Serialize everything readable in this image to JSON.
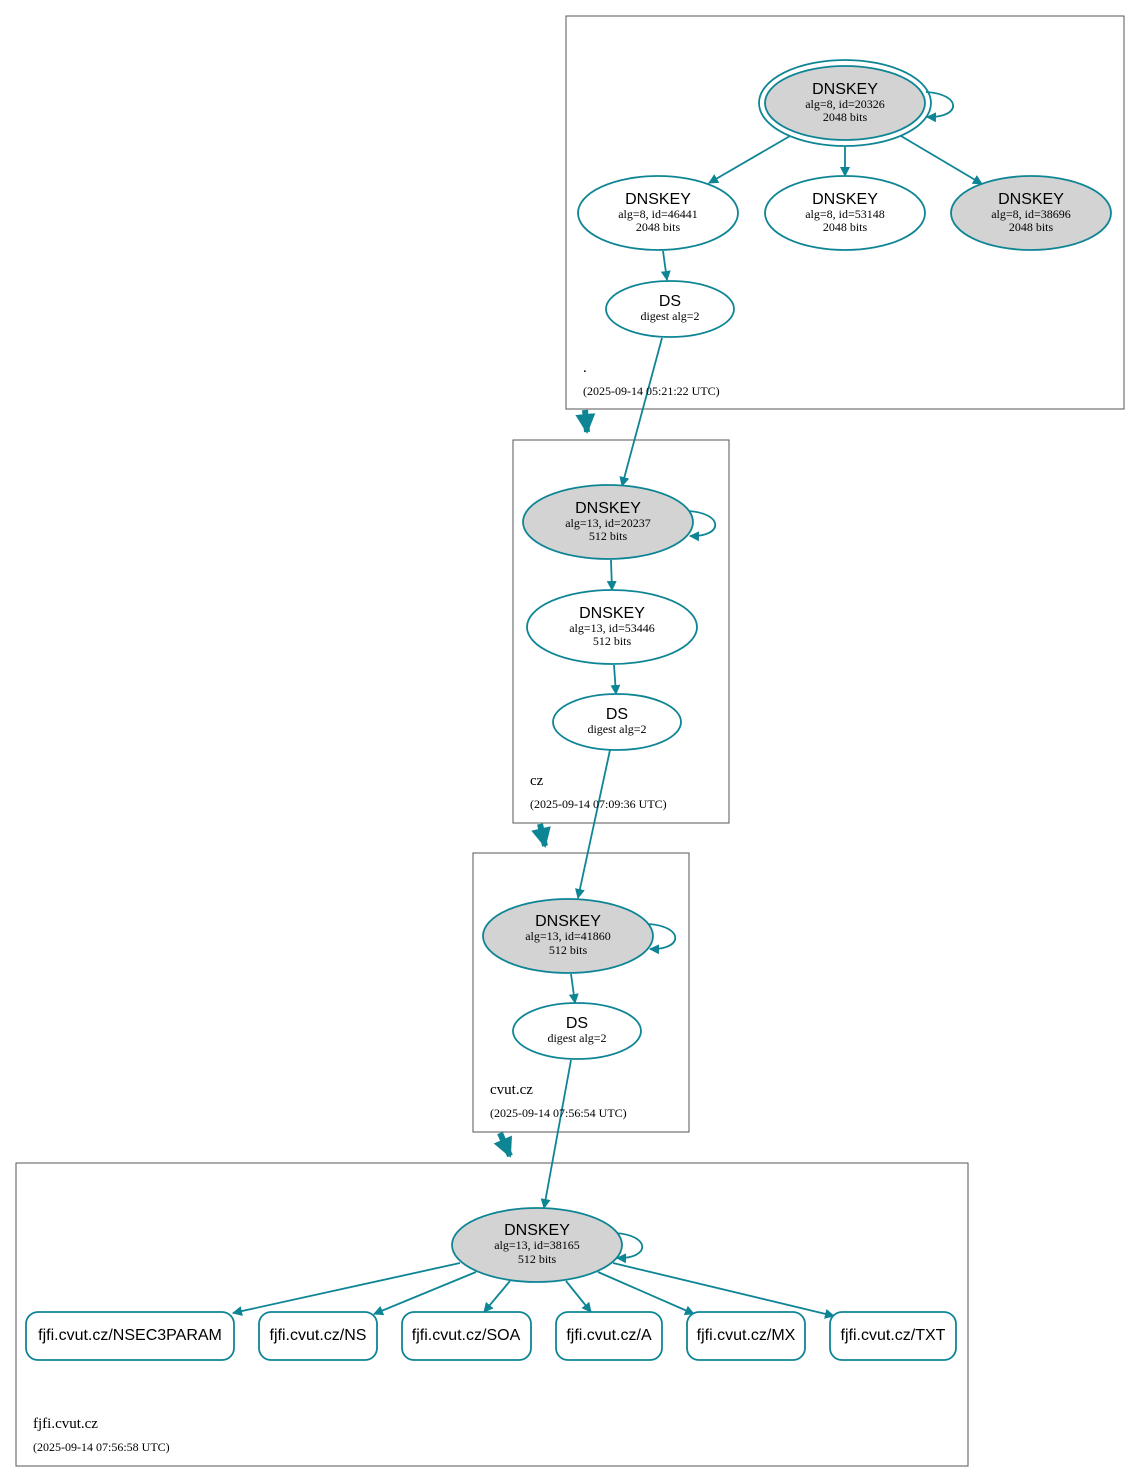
{
  "colors": {
    "edge": "#0e8595",
    "ksk_fill": "#d3d3d3",
    "zsk_fill": "#ffffff",
    "zone_border": "#555555"
  },
  "zones": {
    "root": {
      "name": ".",
      "time": "(2025-09-14 05:21:22 UTC)",
      "ksk": {
        "title": "DNSKEY",
        "line1": "alg=8, id=20326",
        "line2": "2048 bits"
      },
      "k46441": {
        "title": "DNSKEY",
        "line1": "alg=8, id=46441",
        "line2": "2048 bits"
      },
      "k53148": {
        "title": "DNSKEY",
        "line1": "alg=8, id=53148",
        "line2": "2048 bits"
      },
      "k38696": {
        "title": "DNSKEY",
        "line1": "alg=8, id=38696",
        "line2": "2048 bits"
      },
      "ds": {
        "title": "DS",
        "line1": "digest alg=2"
      }
    },
    "cz": {
      "name": "cz",
      "time": "(2025-09-14 07:09:36 UTC)",
      "ksk": {
        "title": "DNSKEY",
        "line1": "alg=13, id=20237",
        "line2": "512 bits"
      },
      "zsk": {
        "title": "DNSKEY",
        "line1": "alg=13, id=53446",
        "line2": "512 bits"
      },
      "ds": {
        "title": "DS",
        "line1": "digest alg=2"
      }
    },
    "cvut": {
      "name": "cvut.cz",
      "time": "(2025-09-14 07:56:54 UTC)",
      "ksk": {
        "title": "DNSKEY",
        "line1": "alg=13, id=41860",
        "line2": "512 bits"
      },
      "ds": {
        "title": "DS",
        "line1": "digest alg=2"
      }
    },
    "fjfi": {
      "name": "fjfi.cvut.cz",
      "time": "(2025-09-14 07:56:58 UTC)",
      "ksk": {
        "title": "DNSKEY",
        "line1": "alg=13, id=38165",
        "line2": "512 bits"
      },
      "rrsets": [
        "fjfi.cvut.cz/NSEC3PARAM",
        "fjfi.cvut.cz/NS",
        "fjfi.cvut.cz/SOA",
        "fjfi.cvut.cz/A",
        "fjfi.cvut.cz/MX",
        "fjfi.cvut.cz/TXT"
      ]
    }
  }
}
